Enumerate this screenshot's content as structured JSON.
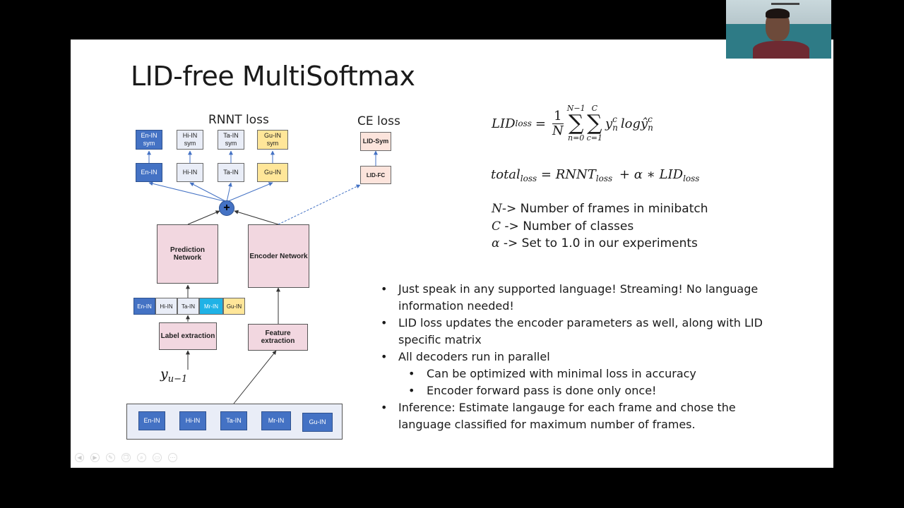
{
  "slide": {
    "title": "LID-free MultiSoftmax",
    "rnnt_header": "RNNT loss",
    "ce_header": "CE loss"
  },
  "diagram": {
    "sym_boxes": [
      "En-IN sym",
      "Hi-IN sym",
      "Ta-IN sym",
      "Gu-IN sym"
    ],
    "lang_boxes": [
      "En-IN",
      "Hi-IN",
      "Ta-IN",
      "Gu-IN"
    ],
    "lid_sym": "LID-Sym",
    "lid_fc": "LID-FC",
    "plus": "+",
    "prediction_network": "Prediction Network",
    "encoder_network": "Encoder Network",
    "label_strip": [
      "En-IN",
      "Hi-IN",
      "Ta-IN",
      "Mr-IN",
      "Gu-IN"
    ],
    "label_extraction": "Label extraction",
    "feature_extraction": "Feature extraction",
    "y_var": "y",
    "y_sub": "u−1",
    "input_langs": [
      "En-IN",
      "Hi-IN",
      "Ta-IN",
      "Mr-IN",
      "Gu-IN"
    ]
  },
  "equations": {
    "lid_lhs": "LID",
    "lid_lhs_sub": "loss",
    "frac_num": "1",
    "frac_den": "N",
    "sum1_top": "N−1",
    "sum1_bot": "n=0",
    "sum2_top": "C",
    "sum2_bot": "c=1",
    "sigma": "∑",
    "y_term": "y",
    "y_sub": "n",
    "y_sup": "c",
    "log": "log",
    "yhat_term": "ŷ",
    "yhat_sub": "n",
    "yhat_sup": "c",
    "total_lhs": "total",
    "total_lhs_sub": "loss",
    "rnnt": "RNNT",
    "rnnt_sub": "loss",
    "alpha_mid": "+ α ∗ LID",
    "lid_sub2": "loss"
  },
  "definitions": [
    {
      "symbol": "N",
      "text": "-> Number of frames in minibatch"
    },
    {
      "symbol": "C",
      "text": " -> Number of classes"
    },
    {
      "symbol": "α",
      "text": " -> Set to 1.0 in our experiments"
    }
  ],
  "bullets": [
    "Just speak in any supported language! Streaming! No language information needed!",
    "LID loss updates the encoder parameters as well, along with LID specific matrix",
    "All decoders run in parallel",
    "Can be optimized with minimal loss in accuracy",
    "Encoder forward pass is done only once!",
    "Inference: Estimate langauge for each frame and chose the language classified for maximum number of frames."
  ],
  "colors": {
    "dark_blue": "#4472c4",
    "light_blue": "#e9edf7",
    "yellow": "#ffe699",
    "pink": "#f2d7e0",
    "cyan": "#1fb2e6",
    "peach": "#fce4dc"
  },
  "toolbar_icons": [
    "prev-icon",
    "next-icon",
    "pen-icon",
    "copy-icon",
    "zoom-icon",
    "subtitle-icon",
    "more-icon"
  ]
}
